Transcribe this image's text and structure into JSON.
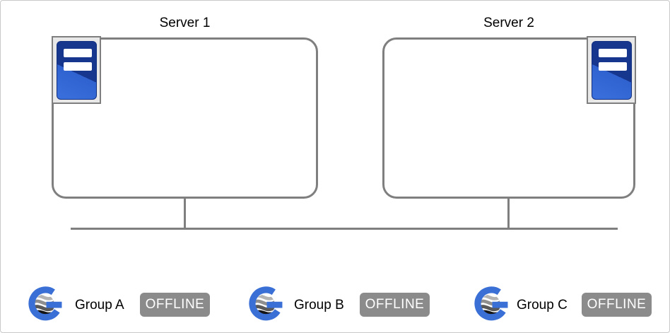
{
  "diagram": {
    "servers": [
      {
        "label": "Server 1"
      },
      {
        "label": "Server 2"
      }
    ],
    "groups": [
      {
        "label": "Group A",
        "status": "OFFLINE"
      },
      {
        "label": "Group B",
        "status": "OFFLINE"
      },
      {
        "label": "Group C",
        "status": "OFFLINE"
      }
    ],
    "icons": {
      "server": "server-tower-icon",
      "group": "globe-g-logo-icon"
    },
    "colors": {
      "node_border": "#7f7f7f",
      "connector_line": "#7f7f7f",
      "badge_bg": "#8b8b8b",
      "badge_text": "#ffffff",
      "server_icon_blue_dark": "#17378f",
      "server_icon_blue_light": "#3364cf",
      "logo_blue": "#3a6fd6"
    }
  }
}
